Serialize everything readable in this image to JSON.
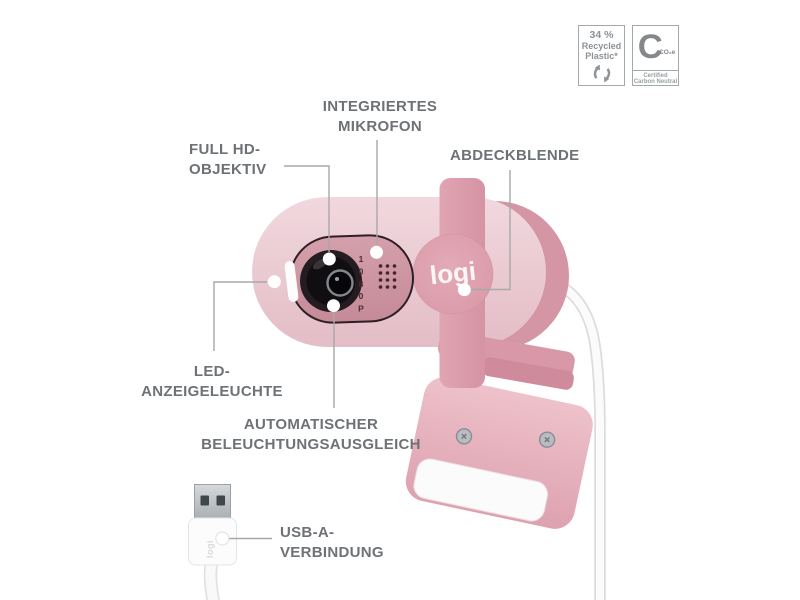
{
  "product_view": {
    "description": "Logitech Brio 100 webcam in rose pink, annotated product diagram"
  },
  "badges": {
    "recycled": {
      "lines": [
        "34 %",
        "Recycled",
        "Plastic*"
      ]
    },
    "carbon": {
      "letter": "C",
      "sub": "CO₂e",
      "caption": "Certified\nCarbon Neutral"
    }
  },
  "callouts": {
    "microphone": "INTEGRIERTES\nMIKROFON",
    "lens": "FULL HD-\nOBJEKTIV",
    "shutter": "ABDECKBLENDE",
    "led": "LED-\nANZEIGELEUCHTE",
    "light_balance": "AUTOMATISCHER\nBELEUCHTUNGSAUSGLEICH",
    "usb": "USB-A-\nVERBINDUNG"
  },
  "device": {
    "brand": "logi",
    "sensor_label": "1080P",
    "usb_connector_brand": "logi"
  },
  "colors": {
    "body_pink": "#ecccd4",
    "panel_pink": "#cd93a0",
    "clip_pink": "#dda1ae",
    "base_pink": "#e5afbb",
    "lens_black": "#171215",
    "label_gray": "#6e7276",
    "line_gray": "#a8a8a8",
    "badge_gray": "#8d9296",
    "cable_white": "#fafafb"
  }
}
